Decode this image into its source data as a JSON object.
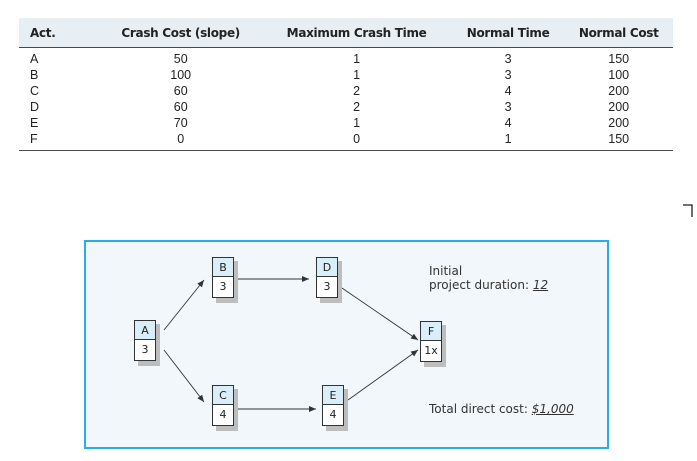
{
  "table": {
    "headers": [
      "Act.",
      "Crash Cost (slope)",
      "Maximum Crash Time",
      "Normal Time",
      "Normal Cost"
    ],
    "rows": [
      [
        "A",
        "50",
        "1",
        "3",
        "150"
      ],
      [
        "B",
        "100",
        "1",
        "3",
        "100"
      ],
      [
        "C",
        "60",
        "2",
        "4",
        "200"
      ],
      [
        "D",
        "60",
        "2",
        "3",
        "200"
      ],
      [
        "E",
        "70",
        "1",
        "4",
        "200"
      ],
      [
        "F",
        "0",
        "0",
        "1",
        "150"
      ]
    ]
  },
  "network": {
    "nodes": [
      {
        "label": "A",
        "duration": "3"
      },
      {
        "label": "B",
        "duration": "3"
      },
      {
        "label": "C",
        "duration": "4"
      },
      {
        "label": "D",
        "duration": "3"
      },
      {
        "label": "E",
        "duration": "4"
      },
      {
        "label": "F",
        "duration": "1x"
      }
    ],
    "initial_duration_label": "Initial",
    "project_duration_label": "project duration:",
    "project_duration_value": "12",
    "total_cost_label": "Total direct cost:",
    "total_cost_value": "$1,000"
  },
  "colors": {
    "frame": "#29aee3",
    "node_label_fill": "#d9eef9",
    "header_fill": "#e7eef4"
  }
}
